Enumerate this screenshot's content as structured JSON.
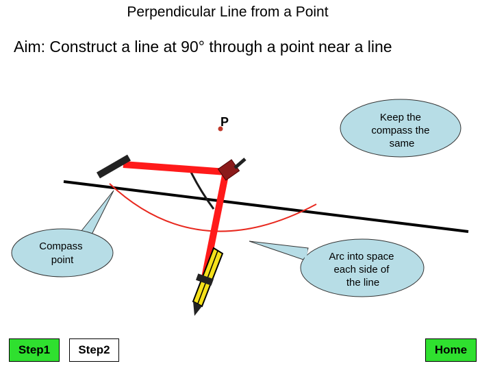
{
  "title": "Perpendicular Line from a Point",
  "aim": "Aim: Construct a line at 90° through a point near a line",
  "point_label": "P",
  "callouts": {
    "compass_point": [
      "Compass",
      "point"
    ],
    "keep_compass": [
      "Keep the",
      "compass the",
      "same"
    ],
    "arc_into_space": [
      "Arc into space",
      "each side of",
      "the line"
    ]
  },
  "buttons": {
    "step1": "Step1",
    "step2": "Step2",
    "home": "Home"
  },
  "colors": {
    "callout_fill": "#b7dde6",
    "compass_red": "#ff1a1a",
    "arc_red": "#e8291f",
    "pencil_yellow": "#f5e11a",
    "button_green": "#2fe02f",
    "point_red": "#c0392b"
  }
}
